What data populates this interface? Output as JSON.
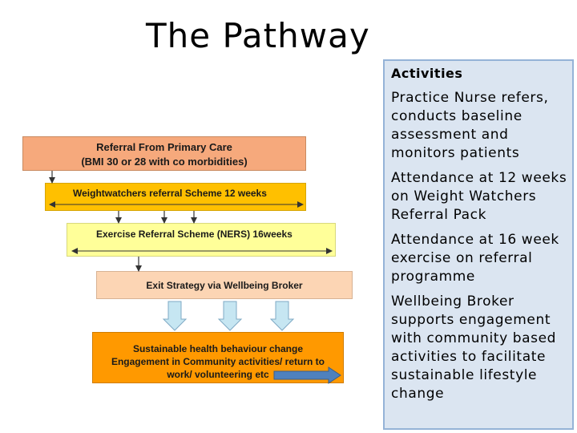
{
  "slide": {
    "title": "The Pathway"
  },
  "flowchart": {
    "referral": {
      "line1": "Referral From Primary Care",
      "line2": "(BMI 30 or 28 with co morbidities)"
    },
    "weightwatchers": "Weightwatchers referral Scheme 12 weeks",
    "exercise": "Exercise Referral Scheme (NERS) 16weeks",
    "exit": "Exit Strategy via Wellbeing Broker",
    "sustainable": {
      "line1": "Sustainable health behaviour change",
      "line2": "Engagement in Community activities/ return to",
      "line3": "work/ volunteering etc"
    }
  },
  "activities": {
    "heading": "Activities",
    "items": [
      "Practice Nurse refers, conducts baseline assessment and monitors patients",
      "Attendance at 12 weeks on Weight Watchers Referral Pack",
      "Attendance at 16 week exercise on referral programme",
      "Wellbeing Broker supports engagement with community based activities to facilitate sustainable lifestyle change"
    ]
  },
  "colors": {
    "referral": "#f6a97c",
    "weightwatchers": "#ffc000",
    "exercise": "#ffff99",
    "exit": "#fcd5b4",
    "sustainable": "#ff9900",
    "panel": "#dbe5f1",
    "down_arrow": "#c6e6f2",
    "right_arrow": "#4f81bd"
  }
}
